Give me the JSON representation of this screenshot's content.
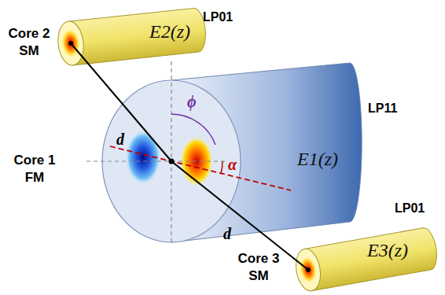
{
  "diagram": {
    "nodes": [
      {
        "text": [
          "Core 2 SM",
          "LP01",
          "E2(z)"
        ]
      },
      {
        "text": [
          "Core 1 FM",
          "LP11",
          "E1(z)"
        ]
      },
      {
        "text": [
          "Core 3 SM",
          "LP01",
          "E3(z)"
        ]
      }
    ],
    "labels": [
      "d",
      "d",
      "ϕ",
      "α"
    ]
  }
}
